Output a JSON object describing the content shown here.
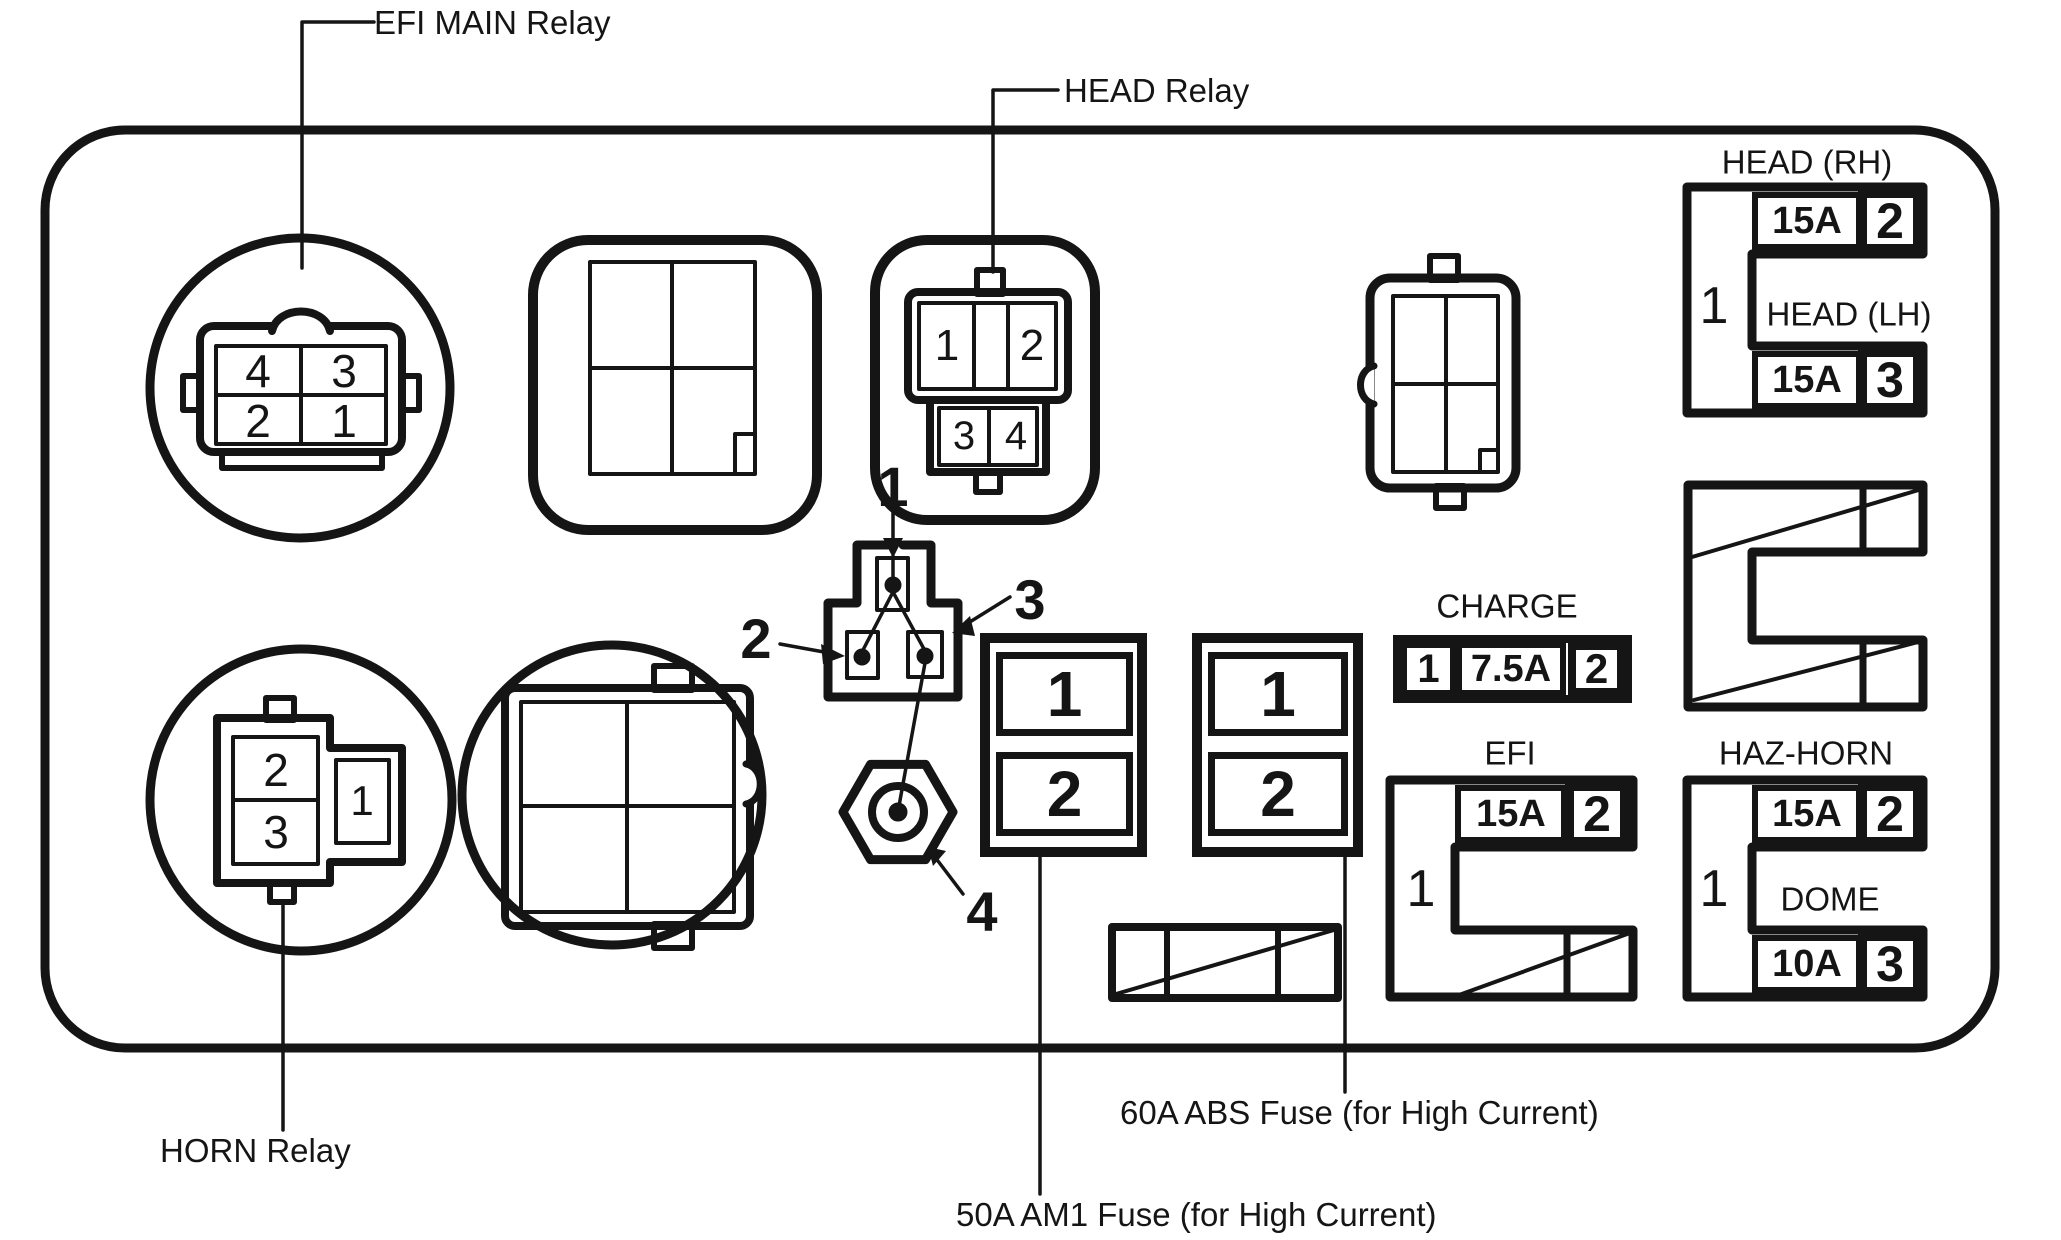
{
  "colors": {
    "ink": "#151515",
    "background": "#ffffff"
  },
  "callouts": {
    "efi_main_relay": "EFI MAIN Relay",
    "head_relay": "HEAD Relay",
    "horn_relay": "HORN Relay",
    "am1_fuse": "50A AM1 Fuse (for High Current)",
    "abs_fuse": "60A ABS Fuse (for High Current)"
  },
  "efi_main_relay_socket": {
    "pins": [
      "4",
      "3",
      "2",
      "1"
    ]
  },
  "head_relay_socket": {
    "upper_pins": [
      "1",
      "2"
    ],
    "lower_pins": [
      "3",
      "4"
    ]
  },
  "horn_relay_socket": {
    "left_pins": [
      "2",
      "3"
    ],
    "right_pin": "1"
  },
  "center_connector": {
    "terminal_callouts": [
      "1",
      "2",
      "3",
      "4"
    ]
  },
  "am1_fuse_block": {
    "cells": [
      "1",
      "2"
    ]
  },
  "abs_fuse_block": {
    "cells": [
      "1",
      "2"
    ]
  },
  "charge_fuse": {
    "title": "CHARGE",
    "left_pin": "1",
    "rating": "7.5A",
    "right_pin": "2"
  },
  "efi_fuse": {
    "title": "EFI",
    "side_pin": "1",
    "rating": "15A",
    "pin": "2"
  },
  "haz_horn_fuse": {
    "title": "HAZ-HORN",
    "side_pin": "1",
    "top_rating": "15A",
    "top_pin": "2",
    "middle_label": "DOME",
    "bottom_rating": "10A",
    "bottom_pin": "3"
  },
  "head_fuse": {
    "title": "HEAD (RH)",
    "side_pin": "1",
    "top_rating": "15A",
    "top_pin": "2",
    "middle_label": "HEAD (LH)",
    "bottom_rating": "15A",
    "bottom_pin": "3"
  }
}
